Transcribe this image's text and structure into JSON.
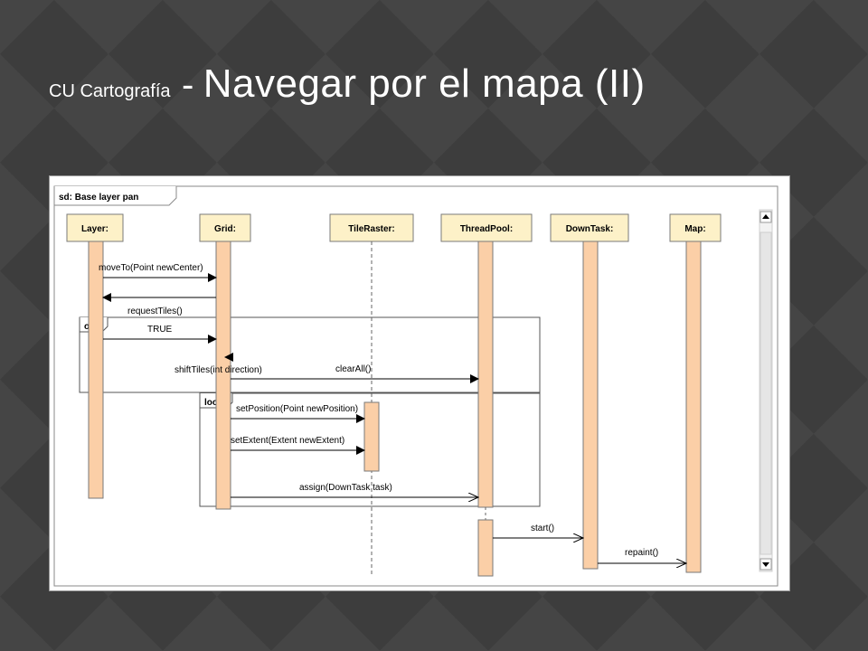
{
  "slide": {
    "title_prefix": "CU Cartografía",
    "title_separator": "-",
    "title_main": "Navegar por el mapa (II)"
  },
  "diagram": {
    "frame_label": "sd: Base layer pan",
    "lifelines": [
      "Layer:",
      "Grid:",
      "TileRaster:",
      "ThreadPool:",
      "DownTask:",
      "Map:"
    ],
    "fragments": {
      "opt": "opt",
      "loop": "loop"
    },
    "messages": [
      "moveTo(Point newCenter)",
      "requestTiles()",
      "TRUE",
      "shiftTiles(int direction)",
      "clearAll()",
      "setPosition(Point newPosition)",
      "setExtent(Extent newExtent)",
      "assign(DownTask task)",
      "start()",
      "repaint()"
    ],
    "colors": {
      "lifeline_fill": "#fdf1c8",
      "activation_fill": "#fbcfa7",
      "border": "#7a7a7a"
    }
  }
}
